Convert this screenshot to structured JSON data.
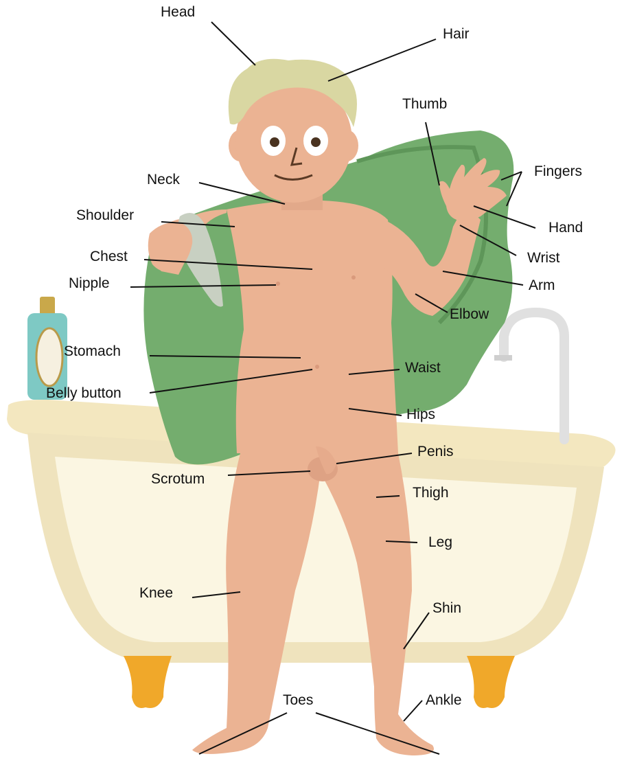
{
  "labels": {
    "head": "Head",
    "hair": "Hair",
    "thumb": "Thumb",
    "fingers": "Fingers",
    "neck": "Neck",
    "hand": "Hand",
    "shoulder": "Shoulder",
    "wrist": "Wrist",
    "chest": "Chest",
    "arm": "Arm",
    "nipple": "Nipple",
    "elbow": "Elbow",
    "stomach": "Stomach",
    "waist": "Waist",
    "belly_button": "Belly button",
    "hips": "Hips",
    "penis": "Penis",
    "scrotum": "Scrotum",
    "thigh": "Thigh",
    "leg": "Leg",
    "knee": "Knee",
    "shin": "Shin",
    "toes": "Toes",
    "ankle": "Ankle"
  },
  "colors": {
    "skin": "#ebb393",
    "skin_shade": "#d99a7c",
    "hair": "#d9d7a2",
    "towel": "#74ad6e",
    "towel_dark": "#5e9659",
    "tub": "#f7f0d6",
    "tub_rim": "#f3e7bf",
    "tub_feet": "#f0a82a",
    "faucet": "#e3e3e3",
    "bottle": "#7ec9c4",
    "leader_line": "#111111"
  }
}
